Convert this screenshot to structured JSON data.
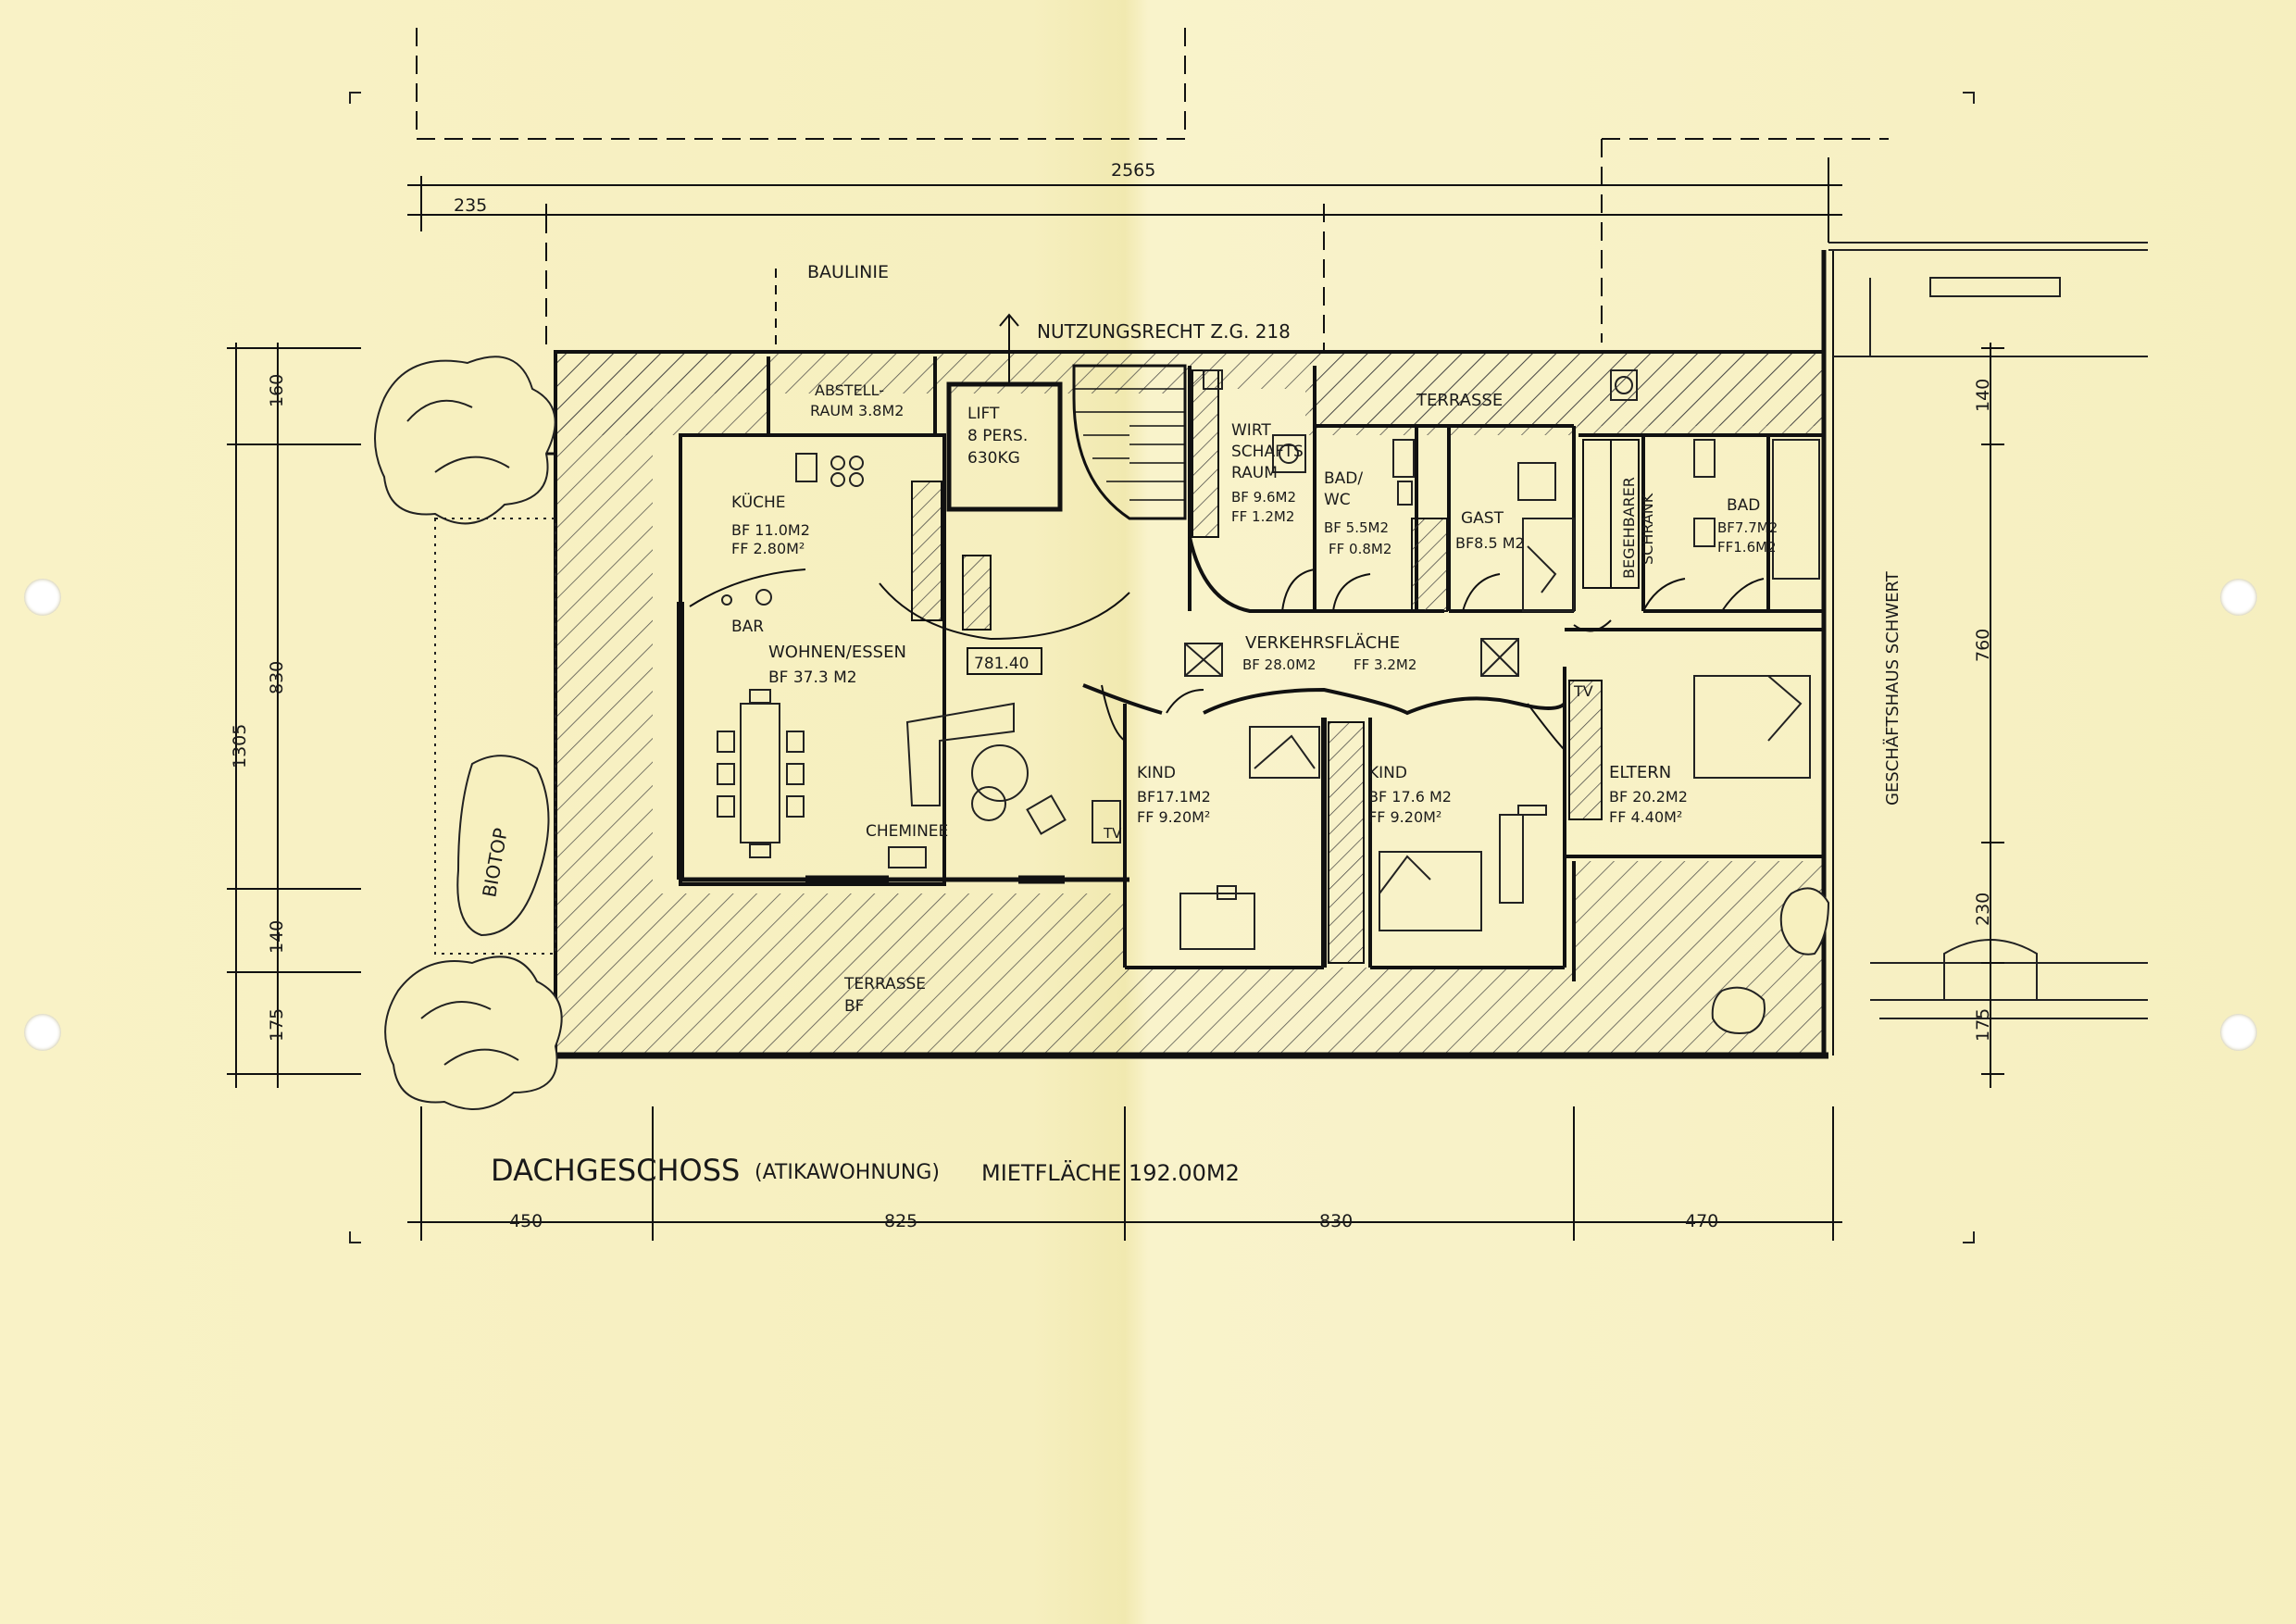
{
  "title": {
    "main": "DACHGESCHOSS",
    "sub": "(ATIKAWOHNUNG)",
    "area": "MIETFLÄCHE 192.00M2"
  },
  "dimensions": {
    "top_total": "2565",
    "top_left": "235",
    "left_total": "1305",
    "left_parts": [
      "160",
      "830",
      "140",
      "175"
    ],
    "right_parts": [
      "140",
      "760",
      "230",
      "175"
    ],
    "bottom_parts": [
      "450",
      "825",
      "830",
      "470"
    ]
  },
  "annotations": {
    "baulinie": "BAULINIE",
    "nutzungsrecht": "NUTZUNGSRECHT Z.G. 218",
    "level": "781.40",
    "neighbor": "GESCHÄFTSHAUS SCHWERT",
    "biotop": "BIOTOP",
    "bar": "BAR",
    "cheminee": "CHEMINEE",
    "tv_left": "TV",
    "tv_right": "TV"
  },
  "rooms": {
    "abstell": {
      "name1": "ABSTELL-",
      "name2": "RAUM 3.8M2"
    },
    "lift": {
      "name": "LIFT",
      "l2": "8 PERS.",
      "l3": "630KG"
    },
    "kueche": {
      "name": "KÜCHE",
      "bf": "BF 11.0M2",
      "ff": "FF 2.80M²"
    },
    "wirtschaft": {
      "name1": "WIRT",
      "name2": "SCHAFTS",
      "name3": "RAUM",
      "bf": "BF 9.6M2",
      "ff": "FF 1.2M2"
    },
    "bad_wc": {
      "name1": "BAD/",
      "name2": "WC",
      "bf": "BF 5.5M2",
      "ff": "FF 0.8M2"
    },
    "gast": {
      "name": "GAST",
      "bf": "BF8.5 M2"
    },
    "begehbarer": {
      "name1": "BEGEHBARER",
      "name2": "SCHRANK"
    },
    "bad": {
      "name": "BAD",
      "bf": "BF7.7M2",
      "ff": "FF1.6M2"
    },
    "wohnen": {
      "name": "WOHNEN/ESSEN",
      "bf": "BF 37.3 M2"
    },
    "verkehr": {
      "name": "VERKEHRSFLÄCHE",
      "bf": "BF 28.0M2",
      "ff": "FF 3.2M2"
    },
    "kind1": {
      "name": "KIND",
      "bf": "BF17.1M2",
      "ff": "FF 9.20M²"
    },
    "kind2": {
      "name": "KIND",
      "bf": "BF 17.6 M2",
      "ff": "FF 9.20M²"
    },
    "eltern": {
      "name": "ELTERN",
      "bf": "BF 20.2M2",
      "ff": "FF 4.40M²"
    },
    "terrasse_top": {
      "name": "TERRASSE"
    },
    "terrasse_bottom": {
      "name": "TERRASSE",
      "sub": "BF"
    }
  },
  "colors": {
    "paper": "#f7f0bf",
    "ink": "#1a1a1a",
    "fold_shade": "#efe6a8"
  }
}
